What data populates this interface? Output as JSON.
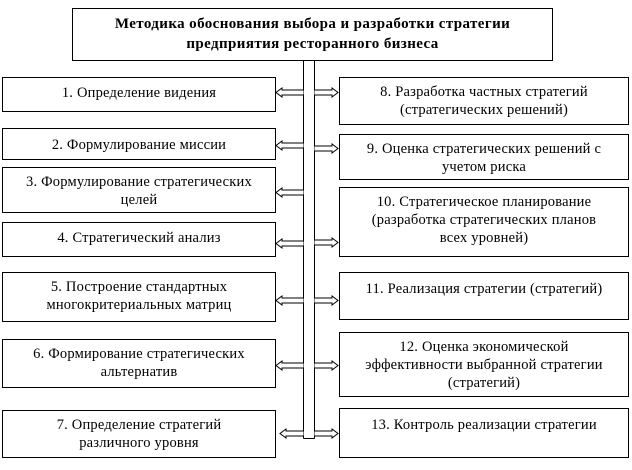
{
  "title": {
    "lines": [
      "Методика обоснования выбора и разработки стратегии",
      "предприятия ресторанного бизнеса"
    ]
  },
  "left_steps": [
    {
      "lines": [
        "1. Определение видения"
      ]
    },
    {
      "lines": [
        "2. Формулирование миссии"
      ]
    },
    {
      "lines": [
        "3. Формулирование стратегических",
        "целей"
      ]
    },
    {
      "lines": [
        "4. Стратегический анализ"
      ]
    },
    {
      "lines": [
        "5. Построение стандартных",
        "многокритериальных матриц"
      ]
    },
    {
      "lines": [
        "6. Формирование стратегических",
        "альтернатив"
      ]
    },
    {
      "lines": [
        "7. Определение стратегий",
        "различного уровня"
      ]
    }
  ],
  "right_steps": [
    {
      "lines": [
        "8. Разработка частных стратегий",
        "(стратегических решений)"
      ]
    },
    {
      "lines": [
        "9. Оценка стратегических решений с",
        "учетом риска"
      ]
    },
    {
      "lines": [
        "10. Стратегическое планирование",
        "(разработка стратегических планов",
        "всех уровней)"
      ]
    },
    {
      "lines": [
        "11. Реализация стратегии (стратегий)"
      ]
    },
    {
      "lines": [
        "12. Оценка экономической",
        "эффективности выбранной стратегии",
        "(стратегий)"
      ]
    },
    {
      "lines": [
        "13. Контроль реализации стратегии"
      ]
    }
  ],
  "colors": {
    "stroke": "#000000",
    "background": "#ffffff"
  }
}
